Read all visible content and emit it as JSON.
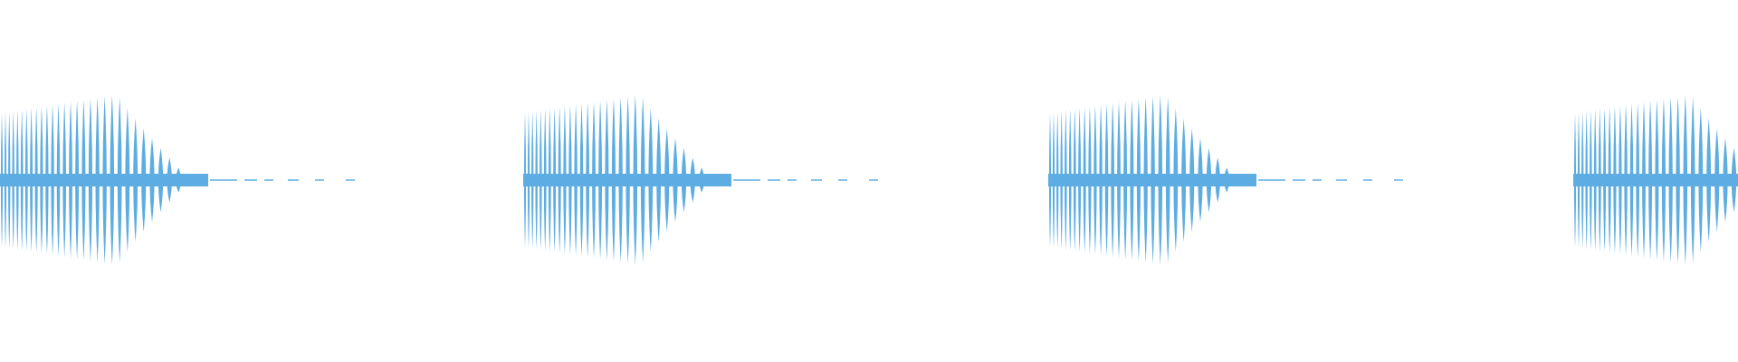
{
  "waveform": {
    "color": "#5DADE2",
    "bursts": 4,
    "peak_amplitude": 0.95,
    "envelope_shape": "rising-then-decaying",
    "pattern": "repeating-audio-bursts-with-trailing-dashes"
  }
}
